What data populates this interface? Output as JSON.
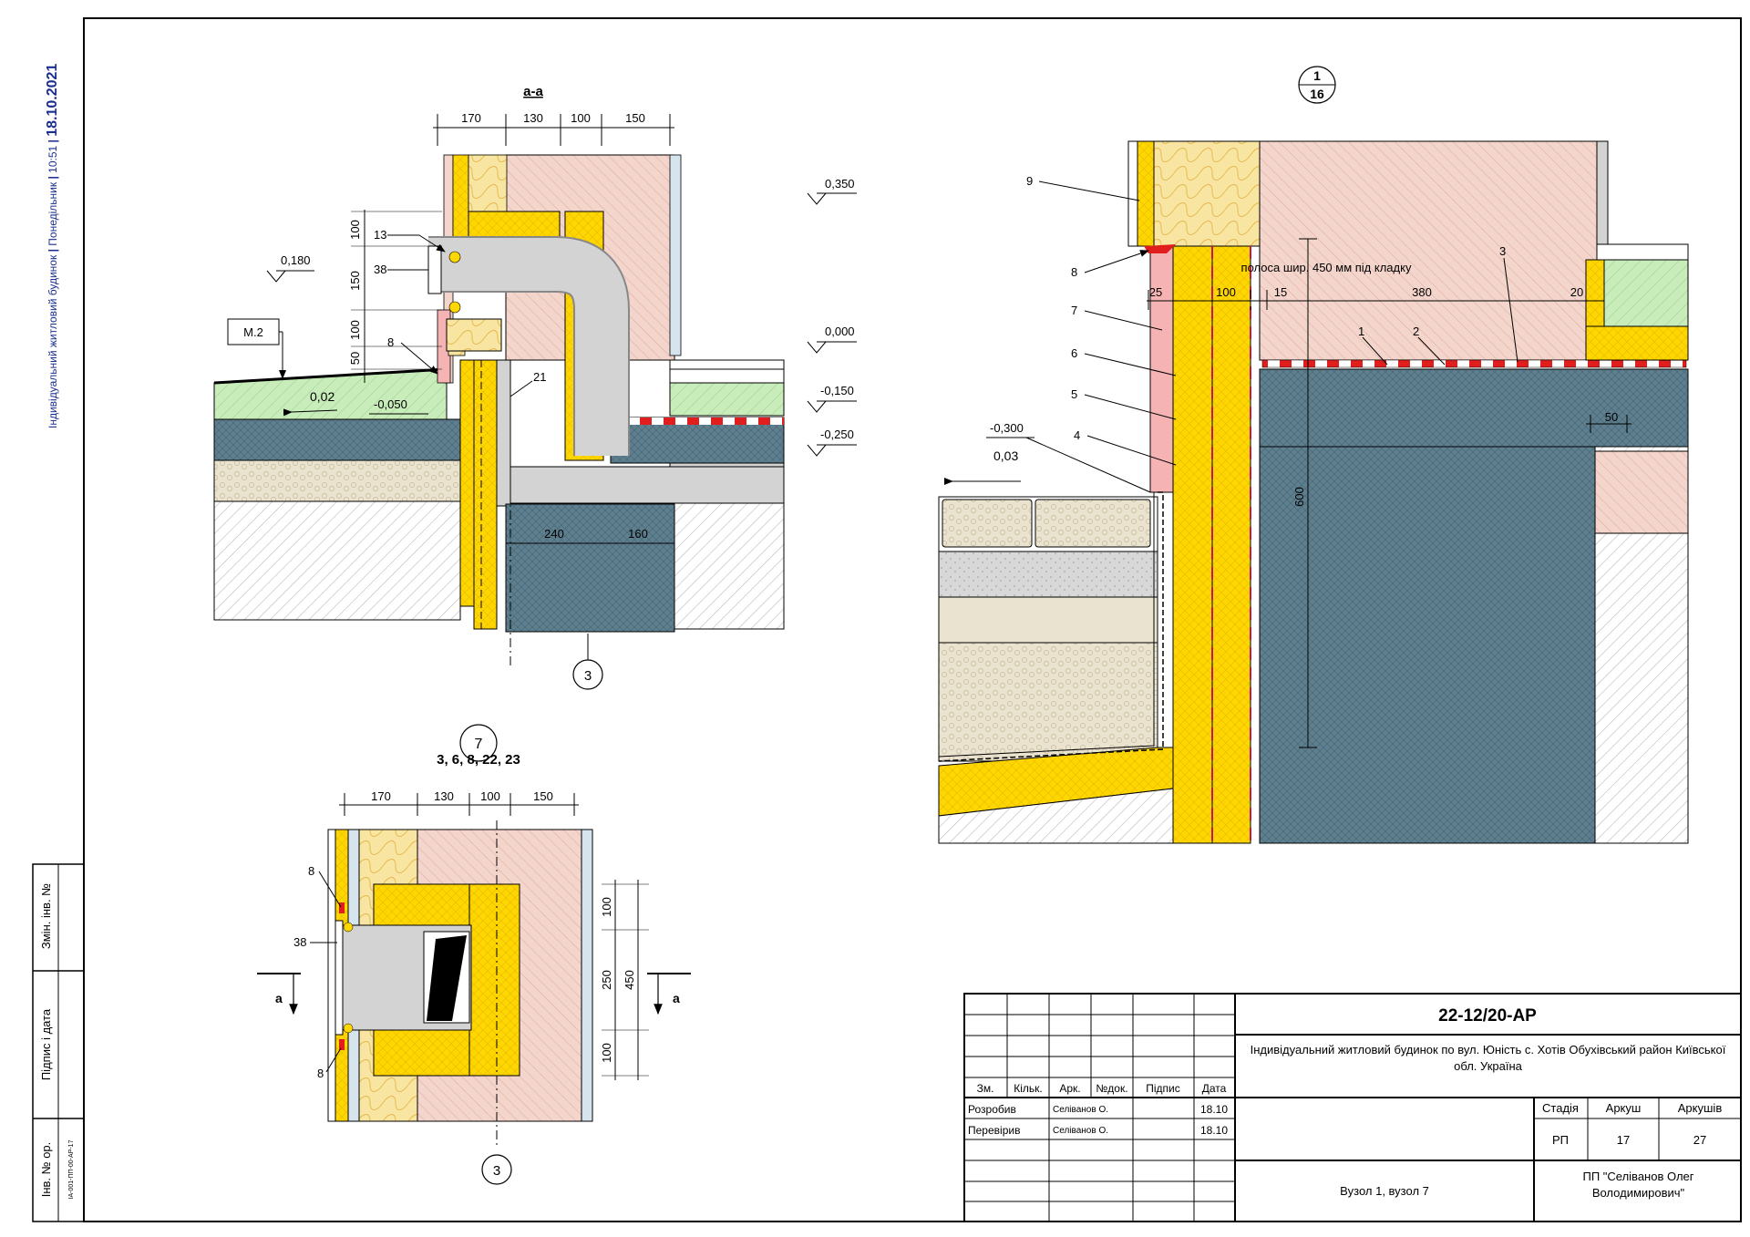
{
  "side_strip": {
    "project": "Індивідуальний житловий будинок",
    "weekday": "Понедільник",
    "time": "10:51",
    "date": "18.10.2021"
  },
  "left_stamp": {
    "inv_original": "Інв. № ор.",
    "signature_date": "Підпис і дата",
    "changed_inv": "Змін. інв. №",
    "inv_value": "IA-001-ПП-00-АР-17"
  },
  "section_aa": {
    "title": "а-а",
    "dims_top": [
      "170",
      "130",
      "100",
      "150"
    ],
    "dims_left": [
      "100",
      "150",
      "100",
      "50"
    ],
    "dims_bottom": [
      "240",
      "160"
    ],
    "levels": [
      "0,350",
      "0,180",
      "0,000",
      "-0,150",
      "-0,250",
      "-0,050"
    ],
    "slope": "0,02",
    "mark": "М.2",
    "callouts": [
      "13",
      "38",
      "8",
      "21"
    ],
    "axis": "3"
  },
  "node7": {
    "bubble_top": "7",
    "bubble_sheets": "3,  6,  8,  22,  23",
    "dims_top": [
      "170",
      "130",
      "100",
      "150"
    ],
    "dims_right": [
      "100",
      "250",
      "100"
    ],
    "dim_total": "450",
    "callouts": [
      "8",
      "38",
      "8"
    ],
    "cut_label": "а",
    "axis": "3"
  },
  "node1": {
    "bubble_top": "1",
    "bubble_bottom": "16",
    "callouts": [
      "9",
      "8",
      "7",
      "6",
      "5",
      "4"
    ],
    "note": "полоса шир. 450 мм під кладку",
    "layer_marks": [
      "1",
      "2",
      "3"
    ],
    "dims_top": [
      "25",
      "100",
      "15",
      "380",
      "20"
    ],
    "dim_offset": "50",
    "dim_vertical": "600",
    "level": "-0,300",
    "slope": "0,03"
  },
  "title_block": {
    "code": "22-12/20-АР",
    "description": "Індивідуальний житловий будинок по вул. Юність с. Хотів Обухівський район Київської обл. Україна",
    "headers": [
      "Зм.",
      "Кільк.",
      "Арк.",
      "№док.",
      "Підпис",
      "Дата"
    ],
    "rows": [
      {
        "role": "Розробив",
        "name": "Селіванов О.",
        "date": "18.10"
      },
      {
        "role": "Перевірив",
        "name": "Селіванов О.",
        "date": "18.10"
      }
    ],
    "stage_label": "Стадія",
    "sheet_label": "Аркуш",
    "sheets_label": "Аркушів",
    "stage": "РП",
    "sheet": "17",
    "sheets": "27",
    "sheet_title": "Вузол 1, вузол 7",
    "company": "ПП \"Селіванов Олег Володимирович\""
  },
  "colors": {
    "insulation": "#ffd700",
    "masonry": "#f3d5cc",
    "concrete": "#5e7f8e",
    "mineral_wool": "#f7e5a1",
    "soil": "#c8edbb",
    "gravel": "#eae3cf",
    "pipe": "#d3d3d3",
    "frame_text": "#1b2f8f"
  }
}
